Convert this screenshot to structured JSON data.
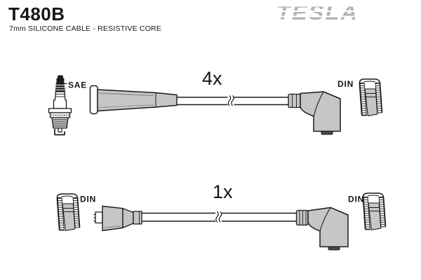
{
  "header": {
    "part_number": "T480B",
    "subtitle": "7mm SILICONE CABLE - RESISTIVE CORE",
    "brand": "TESLA"
  },
  "kit": {
    "items": [
      {
        "quantity": "4x",
        "left_terminal_label": "SAE",
        "right_terminal_label": "DIN",
        "left_connector": "spark-plug-sae-terminal",
        "right_connector": "90-degree-din-boot"
      },
      {
        "quantity": "1x",
        "left_terminal_label": "DIN",
        "right_terminal_label": "DIN",
        "left_connector": "straight-din-boot",
        "right_connector": "90-degree-din-boot"
      }
    ]
  },
  "colors": {
    "boot_gray": "#c6c6c6",
    "outline": "#1a1a1a",
    "logo_gray": "#b3b3b3",
    "nipple_dark": "#4a4a4a"
  }
}
